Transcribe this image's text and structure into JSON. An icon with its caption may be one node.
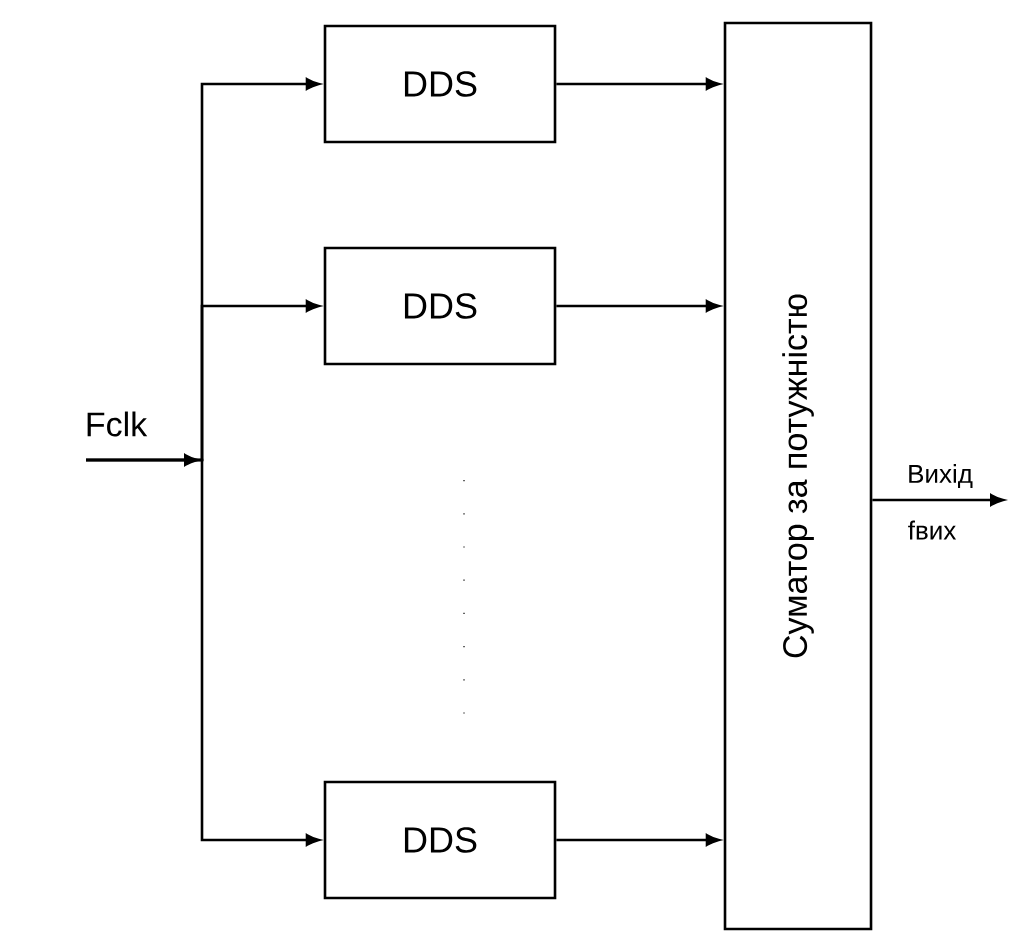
{
  "diagram": {
    "nodes": [
      {
        "text": [
          "Fclk"
        ]
      },
      {
        "text": [
          "DDS"
        ]
      },
      {
        "text": [
          "DDS"
        ]
      },
      {
        "text": [
          "DDS"
        ]
      },
      {
        "text": [
          "Суматор за потужністю"
        ]
      }
    ],
    "edges": [
      {
        "from": 0,
        "to": 1,
        "arrow": "to"
      },
      {
        "from": 0,
        "to": 2,
        "arrow": "to"
      },
      {
        "from": 0,
        "to": 3,
        "arrow": "to"
      },
      {
        "from": 1,
        "to": 4,
        "arrow": "to"
      },
      {
        "from": 2,
        "to": 4,
        "arrow": "to"
      },
      {
        "from": 3,
        "to": 4,
        "arrow": "to"
      },
      {
        "from": 4,
        "to": null,
        "arrow": "to",
        "label": "Вихід"
      }
    ],
    "labels": [
      "fвих"
    ]
  }
}
